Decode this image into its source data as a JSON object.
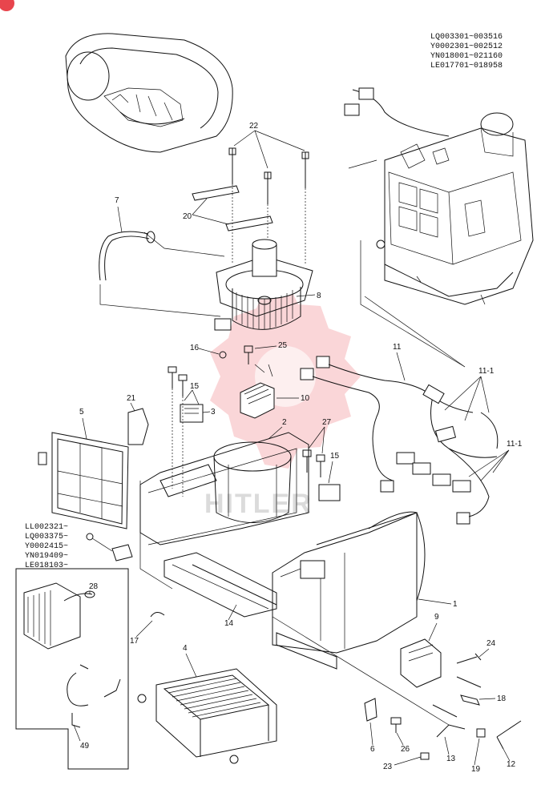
{
  "serial_ranges": {
    "main": [
      "LQ003301~003516",
      "Y0002301~002512",
      "YN018001~021160",
      "LE017701~018958"
    ],
    "evaporator_inset": [
      "LL002321~",
      "LQ003375~",
      "Y0002415~",
      "YN019409~",
      "LE018103~"
    ]
  },
  "callouts": {
    "c1": "1",
    "c2": "2",
    "c3": "3",
    "c4": "4",
    "c5": "5",
    "c6": "6",
    "c7": "7",
    "c8": "8",
    "c9": "9",
    "c10": "10",
    "c11": "11",
    "c11_1a": "11-1",
    "c11_1b": "11-1",
    "c12": "12",
    "c13": "13",
    "c14": "14",
    "c15a": "15",
    "c15b": "15",
    "c16": "16",
    "c17": "17",
    "c18": "18",
    "c19": "19",
    "c20": "20",
    "c21": "21",
    "c22": "22",
    "c23": "23",
    "c24": "24",
    "c25": "25",
    "c26": "26",
    "c27": "27",
    "c28": "28",
    "c49": "49"
  },
  "watermark": {
    "color": "#e8454d",
    "text": "HITLER"
  }
}
